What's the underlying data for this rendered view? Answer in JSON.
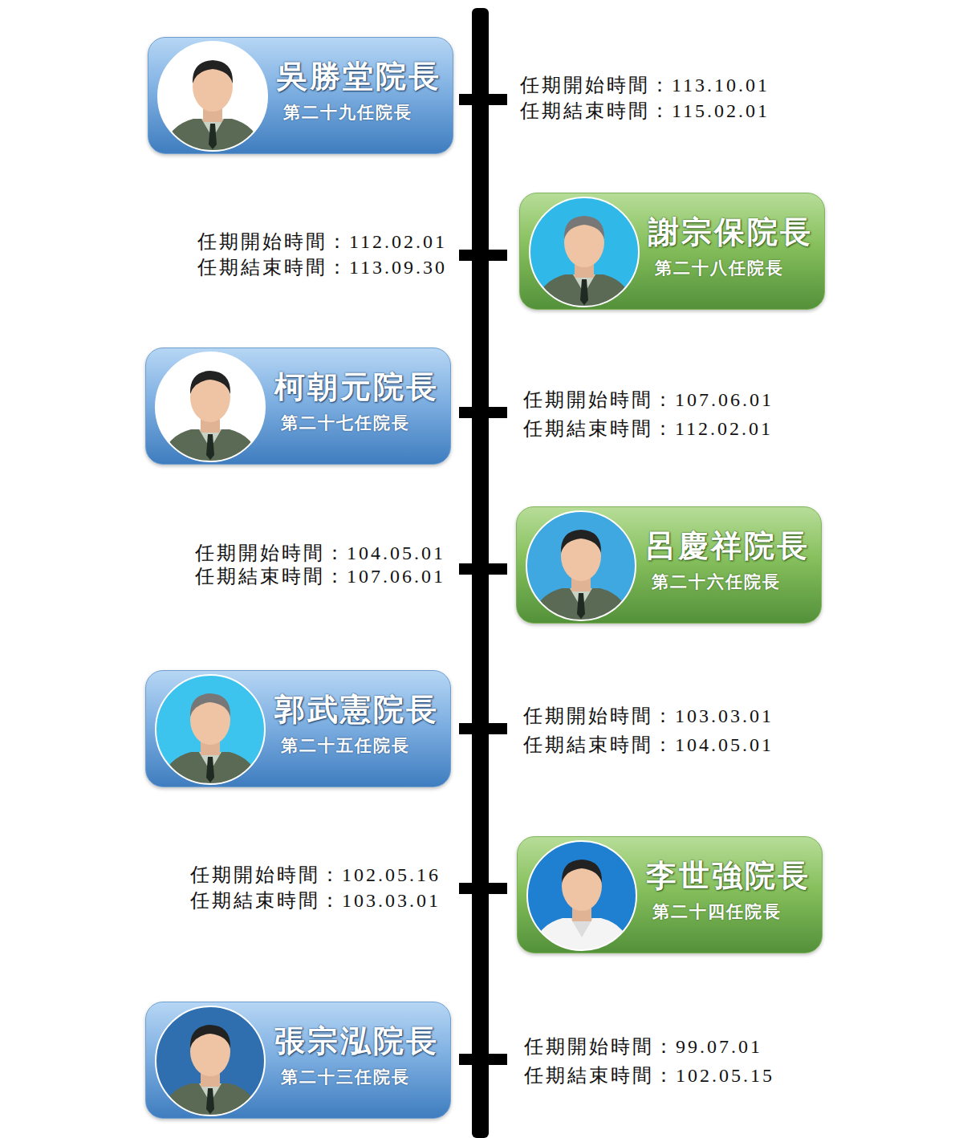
{
  "diagram": {
    "nodes": [
      {
        "text": [
          "吳勝堂院長",
          "第二十九任院長"
        ]
      },
      {
        "text": [
          "謝宗保院長",
          "第二十八任院長"
        ]
      },
      {
        "text": [
          "柯朝元院長",
          "第二十七任院長"
        ]
      },
      {
        "text": [
          "呂慶祥院長",
          "第二十六任院長"
        ]
      },
      {
        "text": [
          "郭武憲院長",
          "第二十五任院長"
        ]
      },
      {
        "text": [
          "李世強院長",
          "第二十四任院長"
        ]
      },
      {
        "text": [
          "張宗泓院長",
          "第二十三任院長"
        ]
      }
    ],
    "labels": [
      "任期開始時間：113.10.01",
      "任期結束時間：115.02.01",
      "任期開始時間：112.02.01",
      "任期結束時間：113.09.30",
      "任期開始時間：107.06.01",
      "任期結束時間：112.02.01",
      "任期開始時間：104.05.01",
      "任期結束時間：107.06.01",
      "任期開始時間：103.03.01",
      "任期結束時間：104.05.01",
      "任期開始時間：102.05.16",
      "任期結束時間：103.03.01",
      "任期開始時間：99.07.01",
      "任期結束時間：102.05.15"
    ]
  }
}
